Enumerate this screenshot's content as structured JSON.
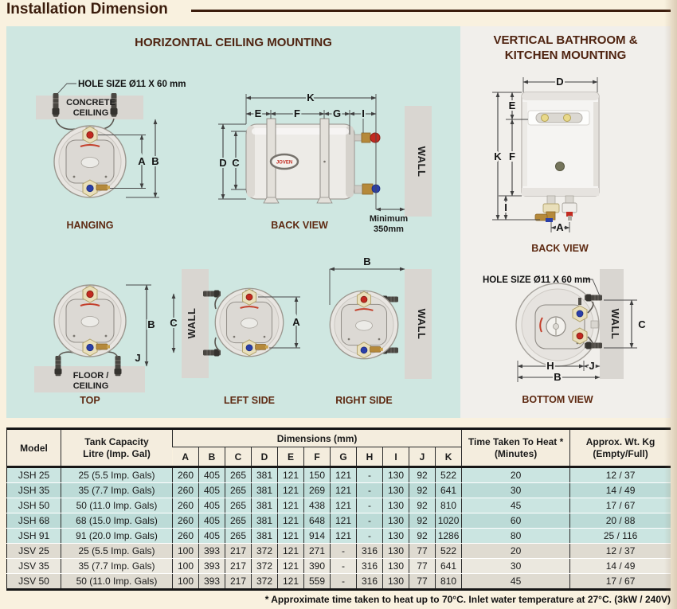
{
  "page": {
    "title": "Installation Dimension"
  },
  "brand": "JOVEN",
  "panels": {
    "horizontal": {
      "title": "HORIZONTAL CEILING MOUNTING",
      "hole_size_label": "HOLE SIZE Ø11 X 60 mm",
      "concrete_line1": "CONCRETE",
      "concrete_line2": "CEILING",
      "floor_line1": "FLOOR /",
      "floor_line2": "CEILING",
      "wall_label": "WALL",
      "minimum_line1": "Minimum",
      "minimum_line2": "350mm",
      "captions": {
        "hanging": "HANGING",
        "back_view": "BACK VIEW",
        "top": "TOP",
        "left_side": "LEFT SIDE",
        "right_side": "RIGHT SIDE"
      }
    },
    "vertical": {
      "title": "VERTICAL BATHROOM & KITCHEN MOUNTING",
      "hole_size_label": "HOLE SIZE Ø11 X 60 mm",
      "wall_label": "WALL",
      "captions": {
        "back_view": "BACK VIEW",
        "bottom_view": "BOTTOM VIEW"
      }
    }
  },
  "dim_labels": {
    "A": "A",
    "B": "B",
    "C": "C",
    "D": "D",
    "E": "E",
    "F": "F",
    "G": "G",
    "H": "H",
    "I": "I",
    "J": "J",
    "K": "K"
  },
  "table": {
    "col_model": "Model",
    "col_capacity_1": "Tank Capacity",
    "col_capacity_2": "Litre (Imp. Gal)",
    "col_dimensions": "Dimensions (mm)",
    "col_time_1": "Time Taken To Heat *",
    "col_time_2": "(Minutes)",
    "col_weight_1": "Approx. Wt. Kg",
    "col_weight_2": "(Empty/Full)",
    "dim_letters": [
      "A",
      "B",
      "C",
      "D",
      "E",
      "F",
      "G",
      "H",
      "I",
      "J",
      "K"
    ],
    "rows": [
      {
        "model": "JSH 25",
        "capacity": "25 (5.5 Imp. Gals)",
        "dims": [
          "260",
          "405",
          "265",
          "381",
          "121",
          "150",
          "121",
          "-",
          "130",
          "92",
          "522"
        ],
        "time": "20",
        "weight": "12 / 37"
      },
      {
        "model": "JSH 35",
        "capacity": "35 (7.7 Imp. Gals)",
        "dims": [
          "260",
          "405",
          "265",
          "381",
          "121",
          "269",
          "121",
          "-",
          "130",
          "92",
          "641"
        ],
        "time": "30",
        "weight": "14 / 49"
      },
      {
        "model": "JSH 50",
        "capacity": "50 (11.0 Imp. Gals)",
        "dims": [
          "260",
          "405",
          "265",
          "381",
          "121",
          "438",
          "121",
          "-",
          "130",
          "92",
          "810"
        ],
        "time": "45",
        "weight": "17 / 67"
      },
      {
        "model": "JSH 68",
        "capacity": "68 (15.0 Imp. Gals)",
        "dims": [
          "260",
          "405",
          "265",
          "381",
          "121",
          "648",
          "121",
          "-",
          "130",
          "92",
          "1020"
        ],
        "time": "60",
        "weight": "20 / 88"
      },
      {
        "model": "JSH 91",
        "capacity": "91 (20.0 Imp. Gals)",
        "dims": [
          "260",
          "405",
          "265",
          "381",
          "121",
          "914",
          "121",
          "-",
          "130",
          "92",
          "1286"
        ],
        "time": "80",
        "weight": "25 / 116"
      },
      {
        "model": "JSV 25",
        "capacity": "25 (5.5 Imp. Gals)",
        "dims": [
          "100",
          "393",
          "217",
          "372",
          "121",
          "271",
          "-",
          "316",
          "130",
          "77",
          "522"
        ],
        "time": "20",
        "weight": "12 / 37"
      },
      {
        "model": "JSV 35",
        "capacity": "35 (7.7 Imp. Gals)",
        "dims": [
          "100",
          "393",
          "217",
          "372",
          "121",
          "390",
          "-",
          "316",
          "130",
          "77",
          "641"
        ],
        "time": "30",
        "weight": "14 / 49"
      },
      {
        "model": "JSV 50",
        "capacity": "50 (11.0 Imp. Gals)",
        "dims": [
          "100",
          "393",
          "217",
          "372",
          "121",
          "559",
          "-",
          "316",
          "130",
          "77",
          "810"
        ],
        "time": "45",
        "weight": "17 / 67"
      }
    ],
    "footnote": "* Approximate time taken to heat up to 70°C. Inlet water temperature at 27°C. (3kW / 240V)"
  },
  "colors": {
    "page_cream": "#f9f1df",
    "panel_teal": "#cfe7e1",
    "panel_light": "#f1efeb",
    "heading_brown": "#3b1c0c",
    "caption_brown": "#5e2a12",
    "row_jsh_teal": "#cbe5e1",
    "row_jsv_beige": "#dfdbd1",
    "fitting_red": "#c22a20",
    "fitting_blue": "#2b3fa8",
    "brass": "#b5893a"
  }
}
